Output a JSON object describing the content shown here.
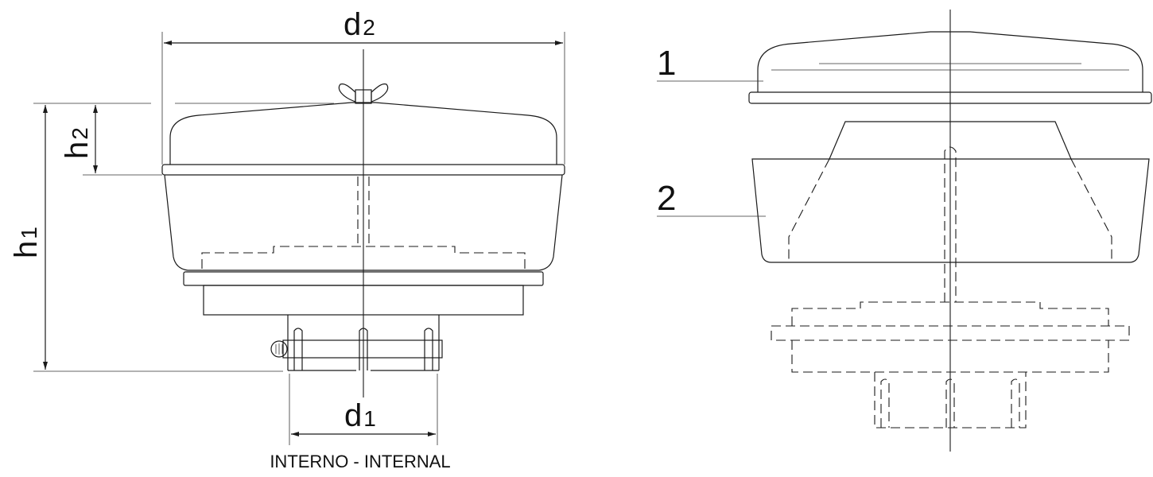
{
  "dimensions": {
    "d2": {
      "base": "d",
      "sub": "2"
    },
    "d1": {
      "base": "d",
      "sub": "1"
    },
    "h1": {
      "base": "h",
      "sub": "1"
    },
    "h2": {
      "base": "h",
      "sub": "2"
    }
  },
  "caption": "INTERNO - INTERNAL",
  "parts": [
    {
      "number": "1"
    },
    {
      "number": "2"
    }
  ]
}
